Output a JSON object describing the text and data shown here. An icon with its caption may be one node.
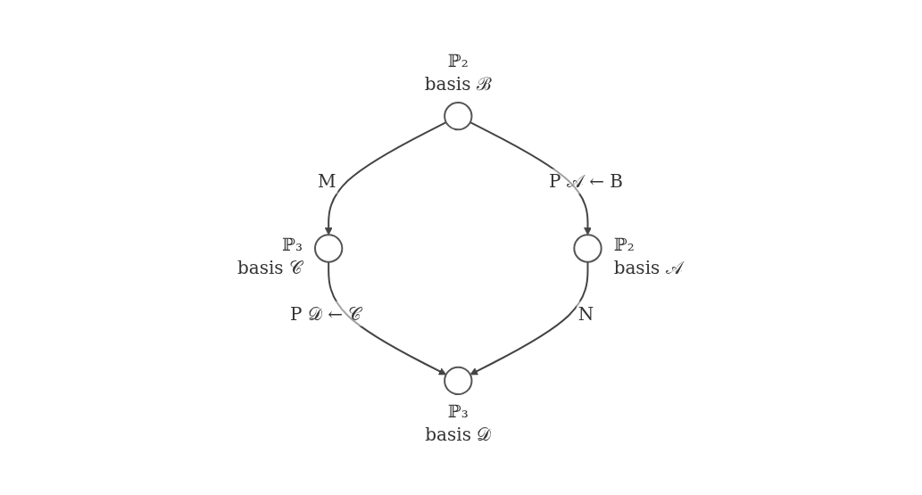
{
  "diagram": {
    "nodes": [
      {
        "text": [],
        "shape": "circle",
        "beside": [
          "ℙ₂",
          "basis ℬ"
        ]
      },
      {
        "text": [],
        "shape": "circle",
        "beside": [
          "ℙ₃",
          "basis 𝒞"
        ]
      },
      {
        "text": [],
        "shape": "circle",
        "beside": [
          "ℙ₂",
          "basis 𝒜"
        ]
      },
      {
        "text": [],
        "shape": "circle",
        "beside": [
          "ℙ₃",
          "basis 𝒟"
        ]
      }
    ],
    "edges": [
      {
        "from": 0,
        "to": 1,
        "arrow": "to",
        "label": "M"
      },
      {
        "from": 0,
        "to": 2,
        "arrow": "to",
        "label": "P 𝒜 ← B"
      },
      {
        "from": 1,
        "to": 3,
        "arrow": "to",
        "label": "P 𝒟 ← 𝒞"
      },
      {
        "from": 2,
        "to": 3,
        "arrow": "to",
        "label": "N"
      }
    ]
  }
}
